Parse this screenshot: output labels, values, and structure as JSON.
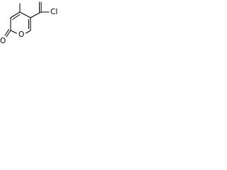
{
  "structure": {
    "atoms": {
      "ring_oxygen": "O",
      "carbonyl_oxygen": "O",
      "chlorine": "Cl"
    },
    "colors": {
      "bond": "#000000",
      "label": "#000000",
      "background": "#ffffff"
    }
  }
}
